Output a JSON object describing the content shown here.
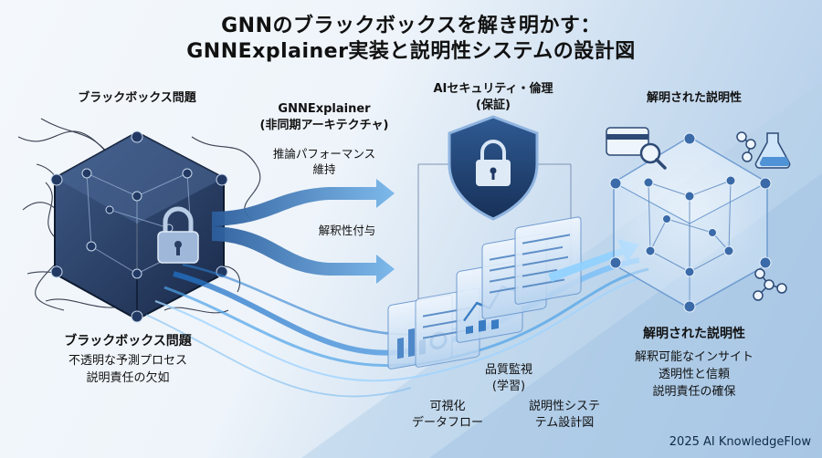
{
  "title": {
    "line1": "GNNのブラックボックスを解き明かす：",
    "line2": "GNNExplainer実装と説明性システムの設計図"
  },
  "blackbox": {
    "heading": "ブラックボックス問題",
    "caption_title": "ブラックボックス問題",
    "caption_line1": "不透明な予測プロセス",
    "caption_line2": "説明責任の欠如"
  },
  "explainer": {
    "heading_line1": "GNNExplainer",
    "heading_line2": "(非同期アーキテクチャ)",
    "arrow1_line1": "推論パフォーマンス",
    "arrow1_line2": "維持",
    "arrow2": "解釈性付与"
  },
  "security": {
    "heading_line1": "AIセキュリティ・倫理",
    "heading_line2": "(保証)"
  },
  "panels": {
    "quality_line1": "品質監視",
    "quality_line2": "(学習)",
    "viz_line1": "可視化",
    "viz_line2": "データフロー",
    "design_line1": "説明性システ",
    "design_line2": "テム設計図"
  },
  "explained": {
    "heading": "解明された説明性",
    "caption_title": "解明された説明性",
    "caption_line1": "解釈可能なインサイト",
    "caption_line2": "透明性と信頼",
    "caption_line3": "説明責任の確保"
  },
  "credit": "2025 AI KnowledgeFlow",
  "colors": {
    "dark_navy": "#1d2f52",
    "accent_blue": "#3c8fd6",
    "light_blue": "#8ec3ef"
  }
}
